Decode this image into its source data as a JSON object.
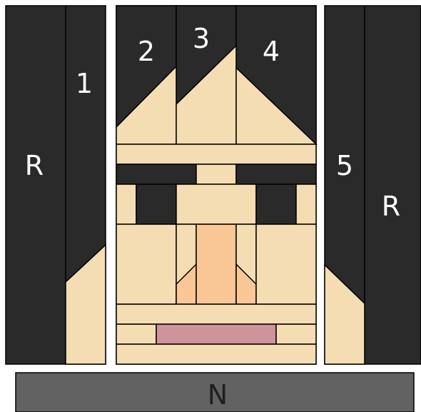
{
  "colors": {
    "dark": "#2b2a2a",
    "skin": "#f4ddb3",
    "nose": "#f9c795",
    "mouth": "#cf9499",
    "strip": "#626262",
    "stroke": "#000000"
  },
  "labels": {
    "left_panel_r": "R",
    "left_panel_1": "1",
    "top_2": "2",
    "top_3": "3",
    "top_4": "4",
    "right_panel_5": "5",
    "right_panel_r": "R",
    "bottom_strip": "N"
  }
}
